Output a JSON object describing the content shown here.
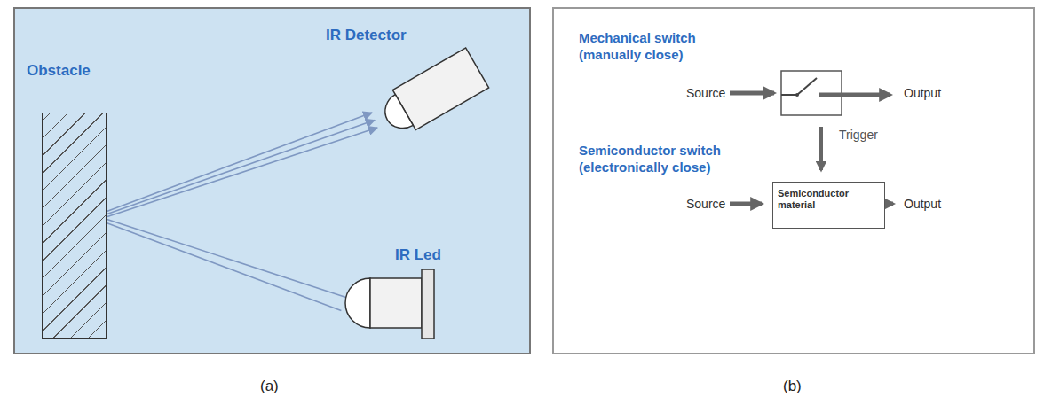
{
  "diagram": {
    "nodes": [
      {
        "text": [
          "(a)"
        ]
      },
      {
        "text": [
          "Obstacle"
        ],
        "in": 0
      },
      {
        "text": [
          "IR Detector"
        ],
        "in": 0
      },
      {
        "text": [
          "IR Led"
        ],
        "in": 0
      },
      {
        "text": [
          "(b)"
        ]
      },
      {
        "text": [
          "Semiconductor material"
        ],
        "in": 4
      }
    ],
    "edges": [
      {
        "from": 3,
        "to": 1,
        "arrow": "none"
      },
      {
        "from": 1,
        "to": 2,
        "arrow": "to"
      }
    ],
    "labels": [
      "Mechanical switch (manually close)",
      "Source",
      "Output",
      "Semiconductor switch (electronically close)",
      "Trigger",
      "Source",
      "Output"
    ]
  }
}
